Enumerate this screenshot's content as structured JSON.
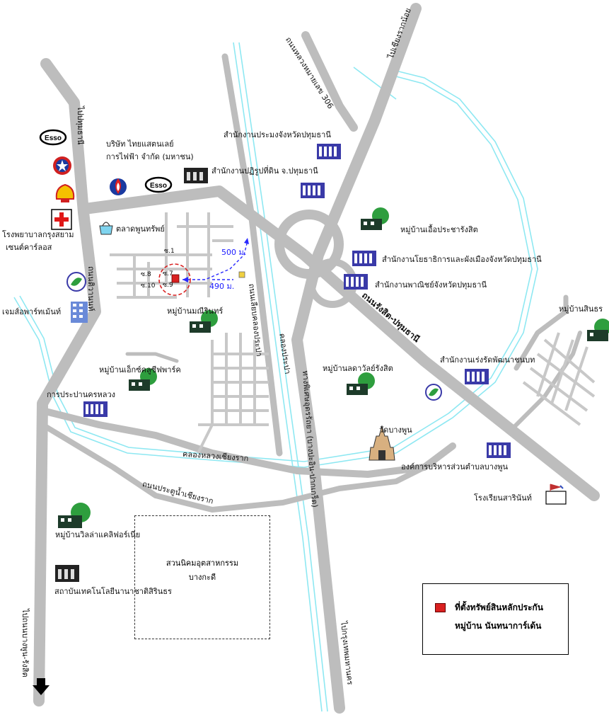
{
  "labels": {
    "road_pathum_top": "ไปปทุมธานี",
    "road_hwy306": "ถนนหลวงหมายเลข 306",
    "road_to_chiangrak": "ไปเชียงรากน้อย",
    "road_rangsit_pathum": "ถนนรังสิต-ปทุมธานี",
    "road_bypass": "ทางพิเศษอุดรรัถยา (บางปะอิน-ปากเกร็ด)",
    "road_to_bangkok": "ไปกรุงเทพมหานคร",
    "road_to_bangphun": "ไปถนนบางพูน-รังสิต",
    "road_tiwanon": "ถนนติวานนท์",
    "road_canal_side": "ถนนเลียบคลองประปา",
    "canal_prapa": "คลองประปา",
    "canal_chiangrak": "คลองหลวงเชียงราก",
    "road_pratunam": "ถนนประตูน้ำเชียงราก",
    "provincial_office": "สำนักงานประมงจังหวัดปทุมธานี",
    "land_reform_office": "สำนักงานปฏิรูปที่ดิน จ.ปทุมธานี",
    "thai_standard": "บริษัท ไทยแสตนเลย์",
    "thai_standard2": "การไฟฟ้า จำกัด (มหาชน)",
    "hospital1": "โรงพยาบาลกรุงสยาม",
    "hospital2": "เซนต์คาร์ลอส",
    "market": "ตลาดพูนทรัพย์",
    "jamjuree": "เจมส์อพาร์ทเม้นท์",
    "village_chuea": "หมู่บ้านเอื้อประชารังสิต",
    "public_works": "สำนักงานโยธาธิการและผังเมืองจังหวัดปทุมธานี",
    "commerce_office": "สำนักงานพาณิชย์จังหวัดปทุมธานี",
    "village_manee": "หมู่บ้านมณีรินทร์",
    "village_suan": "หมู่บ้านสินธร",
    "village_ek": "หมู่บ้านเอ็กซ์คลูซีฟพาร์ค",
    "village_lada": "หมู่บ้านลดาวัลย์รังสิต",
    "accelerate_office": "สำนักงานเร่งรัดพัฒนาชนบท",
    "water_authority": "การประปานครหลวง",
    "wat_bangphun": "วัดบางพูน",
    "tambon_org": "องค์การบริหารส่วนตำบลบางพูน",
    "school": "โรงเรียนสารินันท์",
    "village_villa": "หมู่บ้านวิลล่าแคลิฟอร์เนีย",
    "institute": "สถาบันเทคโนโลยีนานาชาติสิรินธร",
    "estate_1": "สวนนิคมอุตสาหกรรม",
    "estate_2": "บางกะดี",
    "dist_500": "500 ม.",
    "dist_490": "490 ม.",
    "soi_1": "ซ.1",
    "soi_7": "ซ.7",
    "soi_8": "ซ.8",
    "soi_9": "ซ.9",
    "soi_10": "ซ.10"
  },
  "logos": {
    "esso": "Esso"
  },
  "legend": {
    "line1": "ที่ตั้งทรัพย์สินหลักประกัน",
    "line2": "หมู่บ้าน นันทนาการ์เด้น"
  },
  "colors": {
    "road": "#bdbdbd",
    "canal": "#7fe6f0",
    "marker": "#d92020",
    "building": "#3a3aa8",
    "tree": "#2e9e3e",
    "route": "#2a2aff"
  }
}
